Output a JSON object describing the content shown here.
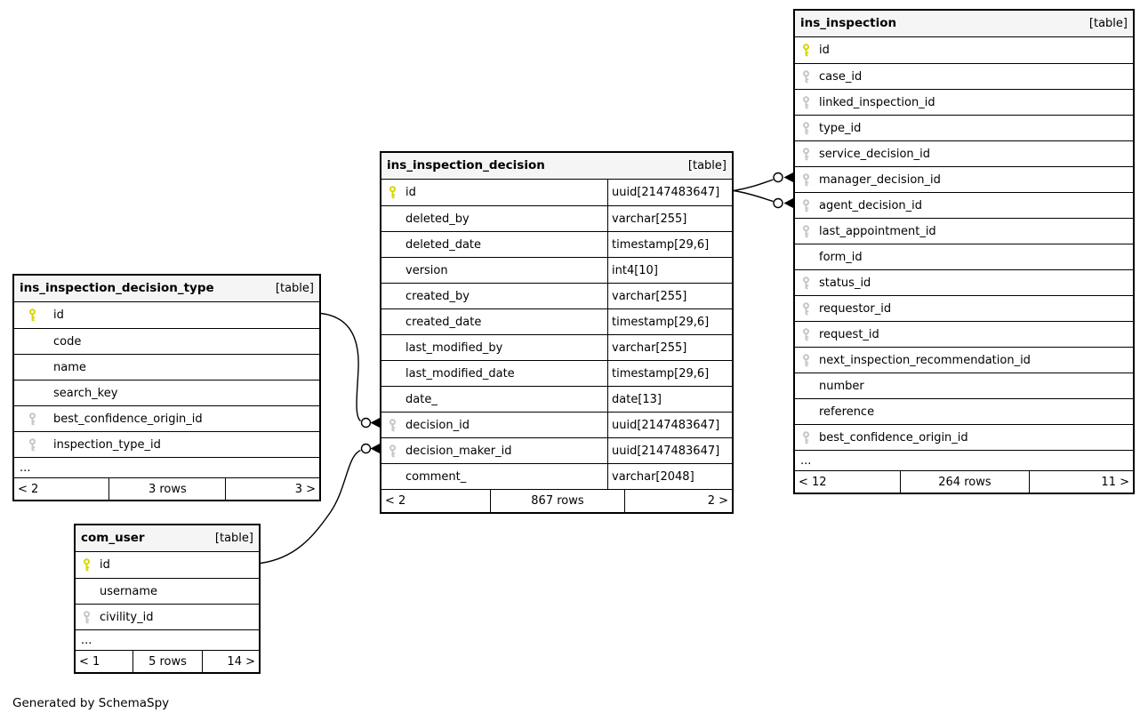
{
  "page": {
    "generated_by": "Generated by SchemaSpy"
  },
  "colors": {
    "primary_key_icon": "#d6d600",
    "foreign_key_icon": "#c6c6c6",
    "header_background": "#f5f5f5",
    "border": "#000000",
    "background": "#ffffff"
  },
  "tables": {
    "decision_type": {
      "name": "ins_inspection_decision_type",
      "tag": "[table]",
      "columns": [
        {
          "name": "id",
          "key": "pk"
        },
        {
          "name": "code",
          "key": ""
        },
        {
          "name": "name",
          "key": ""
        },
        {
          "name": "search_key",
          "key": ""
        },
        {
          "name": "best_confidence_origin_id",
          "key": "fk"
        },
        {
          "name": "inspection_type_id",
          "key": "fk"
        },
        {
          "name": "...",
          "key": "",
          "ellipsis": true
        }
      ],
      "footer": {
        "left": "< 2",
        "center": "3 rows",
        "right": "3 >"
      }
    },
    "com_user": {
      "name": "com_user",
      "tag": "[table]",
      "columns": [
        {
          "name": "id",
          "key": "pk"
        },
        {
          "name": "username",
          "key": ""
        },
        {
          "name": "civility_id",
          "key": "fk"
        },
        {
          "name": "...",
          "key": "",
          "ellipsis": true
        }
      ],
      "footer": {
        "left": "< 1",
        "center": "5 rows",
        "right": "14 >"
      }
    },
    "decision": {
      "name": "ins_inspection_decision",
      "tag": "[table]",
      "columns": [
        {
          "name": "id",
          "key": "pk",
          "type": "uuid[2147483647]"
        },
        {
          "name": "deleted_by",
          "key": "",
          "type": "varchar[255]"
        },
        {
          "name": "deleted_date",
          "key": "",
          "type": "timestamp[29,6]"
        },
        {
          "name": "version",
          "key": "",
          "type": "int4[10]"
        },
        {
          "name": "created_by",
          "key": "",
          "type": "varchar[255]"
        },
        {
          "name": "created_date",
          "key": "",
          "type": "timestamp[29,6]"
        },
        {
          "name": "last_modified_by",
          "key": "",
          "type": "varchar[255]"
        },
        {
          "name": "last_modified_date",
          "key": "",
          "type": "timestamp[29,6]"
        },
        {
          "name": "date_",
          "key": "",
          "type": "date[13]"
        },
        {
          "name": "decision_id",
          "key": "fk",
          "type": "uuid[2147483647]"
        },
        {
          "name": "decision_maker_id",
          "key": "fk",
          "type": "uuid[2147483647]"
        },
        {
          "name": "comment_",
          "key": "",
          "type": "varchar[2048]"
        }
      ],
      "footer": {
        "left": "< 2",
        "center": "867 rows",
        "right": "2 >"
      }
    },
    "inspection": {
      "name": "ins_inspection",
      "tag": "[table]",
      "columns": [
        {
          "name": "id",
          "key": "pk"
        },
        {
          "name": "case_id",
          "key": "fk"
        },
        {
          "name": "linked_inspection_id",
          "key": "fk"
        },
        {
          "name": "type_id",
          "key": "fk"
        },
        {
          "name": "service_decision_id",
          "key": "fk"
        },
        {
          "name": "manager_decision_id",
          "key": "fk"
        },
        {
          "name": "agent_decision_id",
          "key": "fk"
        },
        {
          "name": "last_appointment_id",
          "key": "fk"
        },
        {
          "name": "form_id",
          "key": ""
        },
        {
          "name": "status_id",
          "key": "fk"
        },
        {
          "name": "requestor_id",
          "key": "fk"
        },
        {
          "name": "request_id",
          "key": "fk"
        },
        {
          "name": "next_inspection_recommendation_id",
          "key": "fk"
        },
        {
          "name": "number",
          "key": ""
        },
        {
          "name": "reference",
          "key": ""
        },
        {
          "name": "best_confidence_origin_id",
          "key": "fk"
        },
        {
          "name": "...",
          "key": "",
          "ellipsis": true
        }
      ],
      "footer": {
        "left": "< 12",
        "center": "264 rows",
        "right": "11 >"
      }
    }
  },
  "relationships": [
    {
      "from": "ins_inspection_decision_type.id",
      "to": "ins_inspection_decision.decision_id"
    },
    {
      "from": "com_user.id",
      "to": "ins_inspection_decision.decision_maker_id"
    },
    {
      "from": "ins_inspection_decision.id",
      "to": "ins_inspection.manager_decision_id"
    },
    {
      "from": "ins_inspection_decision.id",
      "to": "ins_inspection.agent_decision_id"
    }
  ]
}
